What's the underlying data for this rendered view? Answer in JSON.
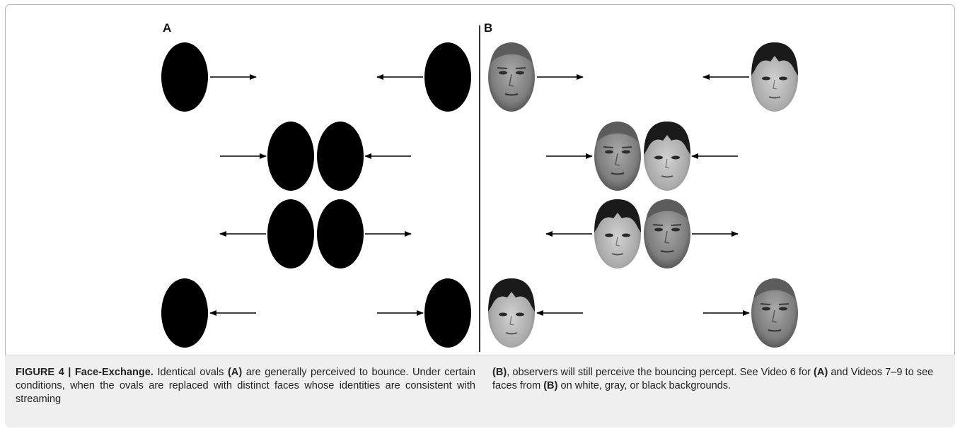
{
  "figure": {
    "panel_a_label": "A",
    "panel_b_label": "B",
    "caption": {
      "label": "FIGURE 4 | Face-Exchange.",
      "left_1": " Identical ovals ",
      "ref_a1": "(A)",
      "left_2": " are generally perceived to bounce. Under certain conditions, when the ovals are replaced with distinct faces whose identities are consistent with streaming",
      "ref_b1": "(B)",
      "right_1": ", observers will still perceive the bouncing percept. See Video 6 for ",
      "ref_a2": "(A)",
      "right_2": " and Videos 7–9 to see faces from ",
      "ref_b2": "(B)",
      "right_3": " on white, gray, or black backgrounds."
    },
    "face_types": [
      "man-face",
      "woman-face"
    ],
    "colors": {
      "oval": "#000000",
      "skin_man": "#8a8a8a",
      "skin_woman": "#b4b4b4",
      "hair": "#1a1a1a"
    }
  }
}
